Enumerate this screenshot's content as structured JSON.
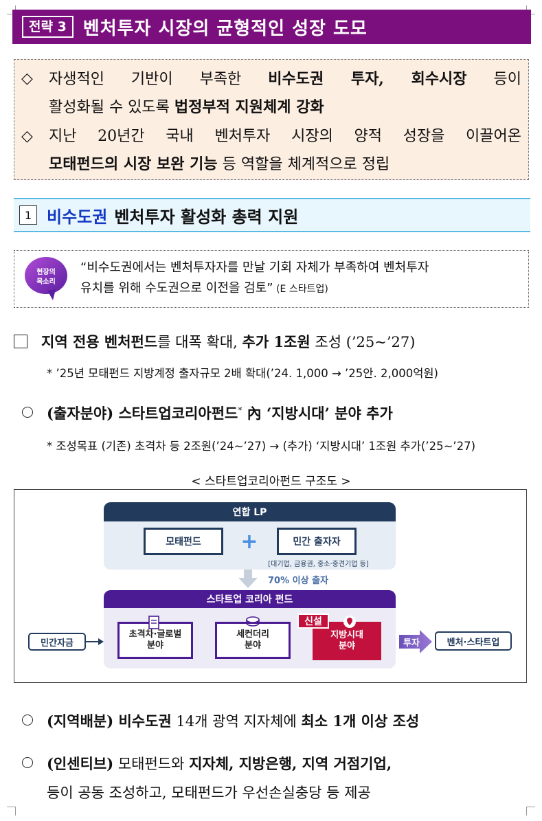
{
  "banner": {
    "tag": "전략 3",
    "title": "벤처투자 시장의 균형적인 성장 도모"
  },
  "summary": {
    "bullet": "◇",
    "item1": {
      "l1_a": "자생적인 기반이 부족한 ",
      "l1_b": "비수도권 투자, 회수시장",
      "l1_c": " 등이",
      "l2_a": "활성화될 수 있도록 ",
      "l2_b": "법정부적 지원체계 강화"
    },
    "item2": {
      "l1": "지난 20년간 국내 벤처투자 시장의 양적 성장을 이끌어온",
      "l2_b": "모태펀드의 시장 보완 기능",
      "l2_c": " 등 역할을 체계적으로 정립"
    }
  },
  "section": {
    "num": "1",
    "blue": "비수도권",
    "rest": "벤처투자 활성화 총력 지원"
  },
  "voice": {
    "badge_l1": "현장의",
    "badge_l2": "목소리",
    "q1": "“비수도권에서는 벤처투자자를 만날 기회 자체가 부족하여 벤처투자",
    "q2": "유치를 위해 수도권으로 이전을 검토”",
    "source": " (E 스타트업)"
  },
  "item_regional": {
    "a": "지역 전용 벤처펀드",
    "b": "를 대폭 확대, ",
    "c": "추가 1조원",
    "d": " 조성 (’25~’27)",
    "note": "* ’25년 모태펀드 지방계정 출자규모 2배 확대(’24. 1,000 → ’25안. 2,000억원)"
  },
  "item_invest": {
    "a": "(출자분야) 스타트업코리아펀드",
    "sup": "*",
    "b": " 內 ‘지방시대’ 분야 추가",
    "note": "* 조성목표 (기존) 초격차 등 2조원(’24~’27) → (추가) ‘지방시대’ 1조원 추가(’25~’27)"
  },
  "caption": "< 스타트업코리아펀드 구조도 >",
  "diagram": {
    "lp_header": "연합 LP",
    "mother_fund": "모태펀드",
    "plus": "+",
    "private_investor": "민간 출자자",
    "private_note": "[대기업, 금융권, 중소·중견기업 등]",
    "arrow_label": "70% 이상 출자",
    "fund_header": "스타트업 코리아 펀드",
    "private_money": "민간자금",
    "field1": "초격차·글로벌\n분야",
    "field2": "세컨더리\n분야",
    "new_tag": "신설",
    "field3": "지방시대\n분야",
    "invest": "투자",
    "target": "벤처·스타트업",
    "colors": {
      "navy": "#223a5c",
      "purple": "#4b1b93",
      "crimson": "#c1113c",
      "light": "#e8eef6"
    }
  },
  "item_distribution": {
    "a": "(지역배분) 비수도권",
    "b": " 14개 광역 지자체에 ",
    "c": "최소 1개 이상 조성"
  },
  "item_incentive": {
    "a": "(인센티브)",
    "b": " 모태펀드와 ",
    "c": "지자체, 지방은행, 지역 거점기업,",
    "d": "등이 공동 조성하고, 모태펀드가 우선손실충당 등 제공"
  }
}
